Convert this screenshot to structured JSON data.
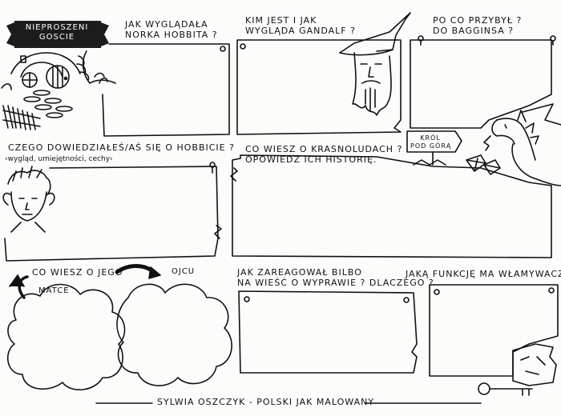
{
  "title": {
    "line1": "Nieproszeni",
    "line2": "Goscie"
  },
  "questions": {
    "q1": {
      "line1": "Jak wyglądała",
      "line2": "norka hobbita ?"
    },
    "q2": {
      "line1": "Kim jest i jak",
      "line2": "wygląda Gandalf ?"
    },
    "q3": {
      "line1": "Po co przybył ?",
      "line2": "do Bagginsa ?"
    },
    "q4": {
      "line1": "Czego dowiedziałeś/aś się o hobbicie ?",
      "line2": "‹wygląd, umiejętności, cechy›"
    },
    "q5": {
      "line1": "Co wiesz o krasnoludach ?",
      "line2": "Opowiedz ich historię."
    },
    "q6": {
      "text": "Co wiesz o jego",
      "mother": "Matce",
      "father": "Ojcu"
    },
    "q7": {
      "line1": "Jak zareagował Bilbo",
      "line2": "na wieść o wyprawie ? Dlaczego ?"
    },
    "q8": {
      "text": "Jaką funkcję ma włamywacz ?"
    }
  },
  "sign": {
    "line1": "Król",
    "line2": "pod Górą"
  },
  "footer": "Sylwia Oszczyk - Polski jak malowany",
  "colors": {
    "ink": "#111111",
    "paper": "#fcfcfa",
    "banner": "#1c1c1c"
  }
}
